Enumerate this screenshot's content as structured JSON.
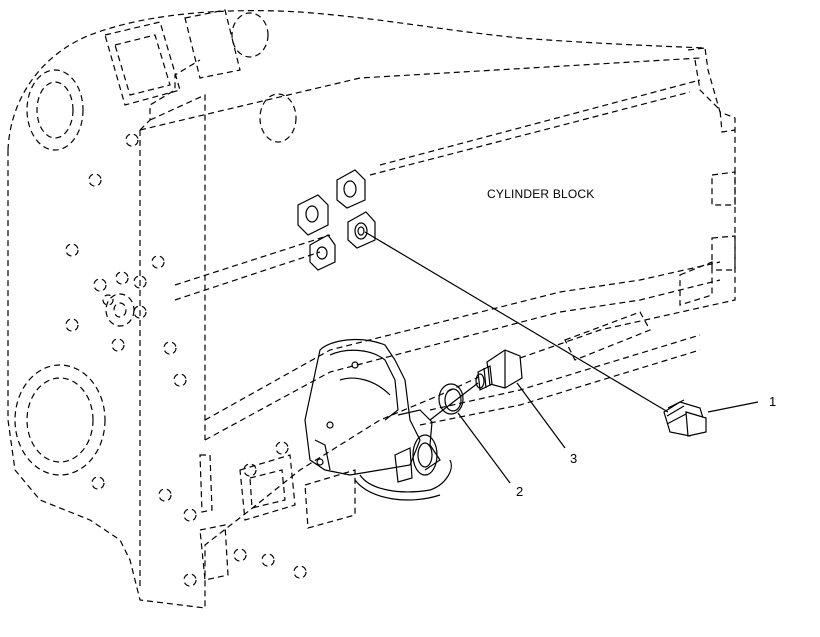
{
  "diagram": {
    "title": "CYLINDER BLOCK",
    "callouts": [
      {
        "id": "1",
        "label": "1"
      },
      {
        "id": "2",
        "label": "2"
      },
      {
        "id": "3",
        "label": "3"
      }
    ],
    "ink_color": "#000000",
    "background_color": "#ffffff"
  }
}
